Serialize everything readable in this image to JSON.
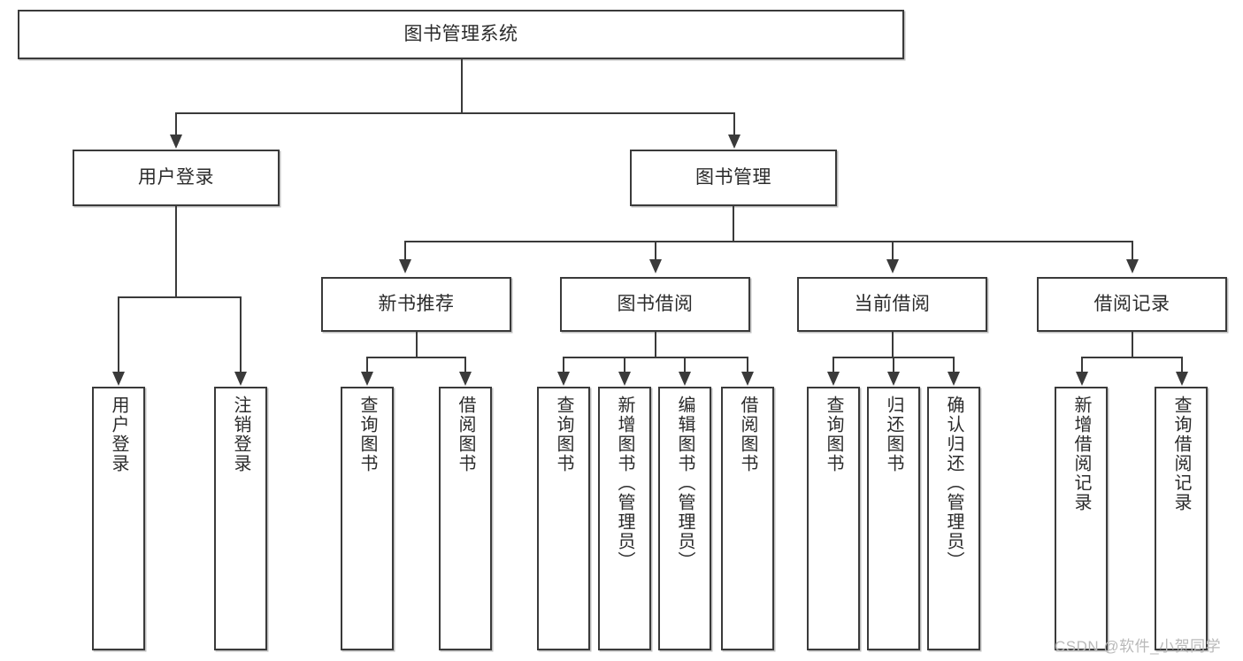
{
  "diagram": {
    "type": "tree-hierarchy-chart",
    "root": {
      "id": "root",
      "label": "图书管理系统"
    },
    "level1": [
      {
        "id": "user-login",
        "label": "用户登录"
      },
      {
        "id": "book-management",
        "label": "图书管理"
      }
    ],
    "level2": [
      {
        "id": "new-book-recommend",
        "label": "新书推荐",
        "parent": "book-management"
      },
      {
        "id": "book-borrow",
        "label": "图书借阅",
        "parent": "book-management"
      },
      {
        "id": "current-borrow",
        "label": "当前借阅",
        "parent": "book-management"
      },
      {
        "id": "borrow-record",
        "label": "借阅记录",
        "parent": "book-management"
      }
    ],
    "leaves": [
      {
        "id": "leaf-user-login",
        "label": "用户登录",
        "parent": "user-login"
      },
      {
        "id": "leaf-logout-login",
        "label": "注销登录",
        "parent": "user-login"
      },
      {
        "id": "leaf-query-book-1",
        "label": "查询图书",
        "parent": "new-book-recommend"
      },
      {
        "id": "leaf-borrow-book-1",
        "label": "借阅图书",
        "parent": "new-book-recommend"
      },
      {
        "id": "leaf-query-book-2",
        "label": "查询图书",
        "parent": "book-borrow"
      },
      {
        "id": "leaf-add-book",
        "label": "新增图书（管理员）",
        "parent": "book-borrow"
      },
      {
        "id": "leaf-edit-book",
        "label": "编辑图书（管理员）",
        "parent": "book-borrow"
      },
      {
        "id": "leaf-borrow-book-2",
        "label": "借阅图书",
        "parent": "book-borrow"
      },
      {
        "id": "leaf-query-book-3",
        "label": "查询图书",
        "parent": "current-borrow"
      },
      {
        "id": "leaf-return-book",
        "label": "归还图书",
        "parent": "current-borrow"
      },
      {
        "id": "leaf-confirm-return",
        "label": "确认归还（管理员）",
        "parent": "current-borrow"
      },
      {
        "id": "leaf-add-record",
        "label": "新增借阅记录",
        "parent": "borrow-record"
      },
      {
        "id": "leaf-query-record",
        "label": "查询借阅记录",
        "parent": "borrow-record"
      }
    ]
  },
  "watermark": {
    "text": "CSDN @软件_小贺同学"
  },
  "colors": {
    "stroke": "#3a3a3a",
    "text": "#2b2b2b",
    "background": "#ffffff",
    "watermark": "#b9b9b9"
  }
}
